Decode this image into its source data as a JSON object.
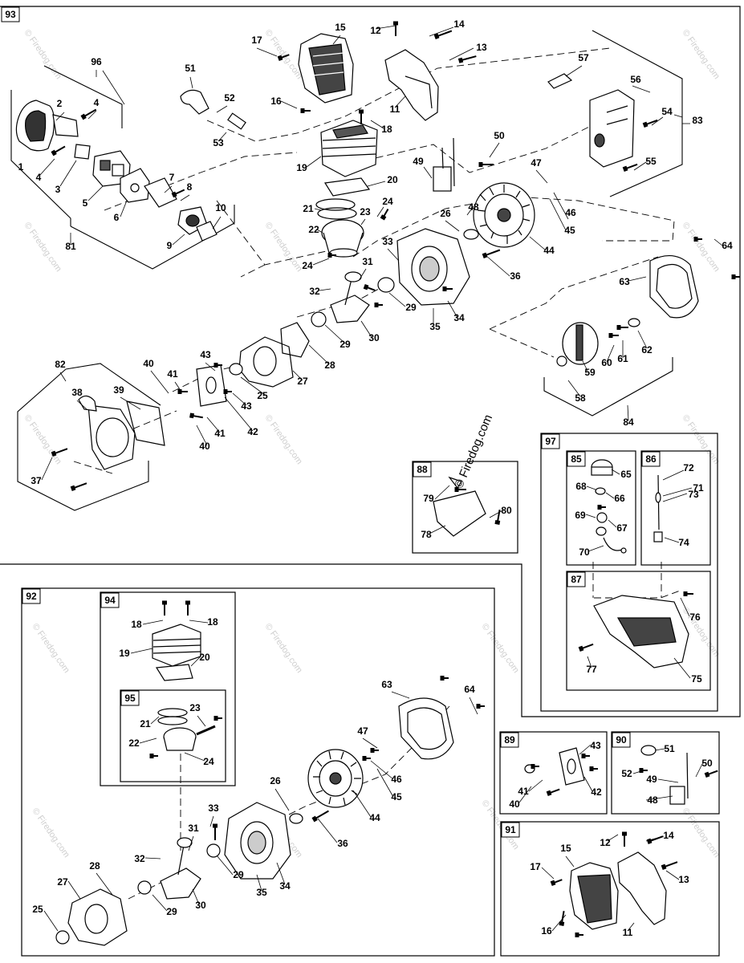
{
  "watermark": {
    "text": "© Firedog.com"
  },
  "groups": [
    {
      "id": "93",
      "items": [
        "1",
        "2",
        "3",
        "4",
        "5",
        "6",
        "7",
        "8",
        "9",
        "10",
        "11",
        "12",
        "13",
        "14",
        "15",
        "16",
        "17",
        "18",
        "19",
        "20",
        "21",
        "22",
        "23",
        "24",
        "25",
        "26",
        "27",
        "28",
        "29",
        "30",
        "31",
        "32",
        "33",
        "34",
        "35",
        "36",
        "37",
        "38",
        "39",
        "40",
        "41",
        "42",
        "43",
        "44",
        "45",
        "46",
        "47",
        "48",
        "49",
        "50",
        "51",
        "52",
        "53",
        "54",
        "55",
        "56",
        "57",
        "58",
        "59",
        "60",
        "61",
        "62",
        "63",
        "64",
        "81",
        "82",
        "83",
        "84",
        "96"
      ]
    },
    {
      "id": "88",
      "items": [
        "78",
        "79",
        "80"
      ]
    },
    {
      "id": "97",
      "items": [
        "85",
        "86",
        "87"
      ]
    },
    {
      "id": "85",
      "items": [
        "65",
        "66",
        "67",
        "68",
        "69",
        "70"
      ]
    },
    {
      "id": "86",
      "items": [
        "71",
        "72",
        "73",
        "74"
      ]
    },
    {
      "id": "87",
      "items": [
        "75",
        "76",
        "77"
      ]
    },
    {
      "id": "92",
      "items": [
        "94",
        "95",
        "25",
        "26",
        "27",
        "28",
        "29",
        "30",
        "31",
        "32",
        "33",
        "34",
        "35",
        "36",
        "44",
        "45",
        "46",
        "47",
        "63",
        "64"
      ]
    },
    {
      "id": "94",
      "items": [
        "18",
        "19",
        "20"
      ]
    },
    {
      "id": "95",
      "items": [
        "21",
        "22",
        "23",
        "24"
      ]
    },
    {
      "id": "89",
      "items": [
        "40",
        "41",
        "42",
        "43"
      ]
    },
    {
      "id": "90",
      "items": [
        "48",
        "49",
        "50",
        "51",
        "52"
      ]
    },
    {
      "id": "91",
      "items": [
        "11",
        "12",
        "13",
        "14",
        "15",
        "16",
        "17"
      ]
    }
  ]
}
